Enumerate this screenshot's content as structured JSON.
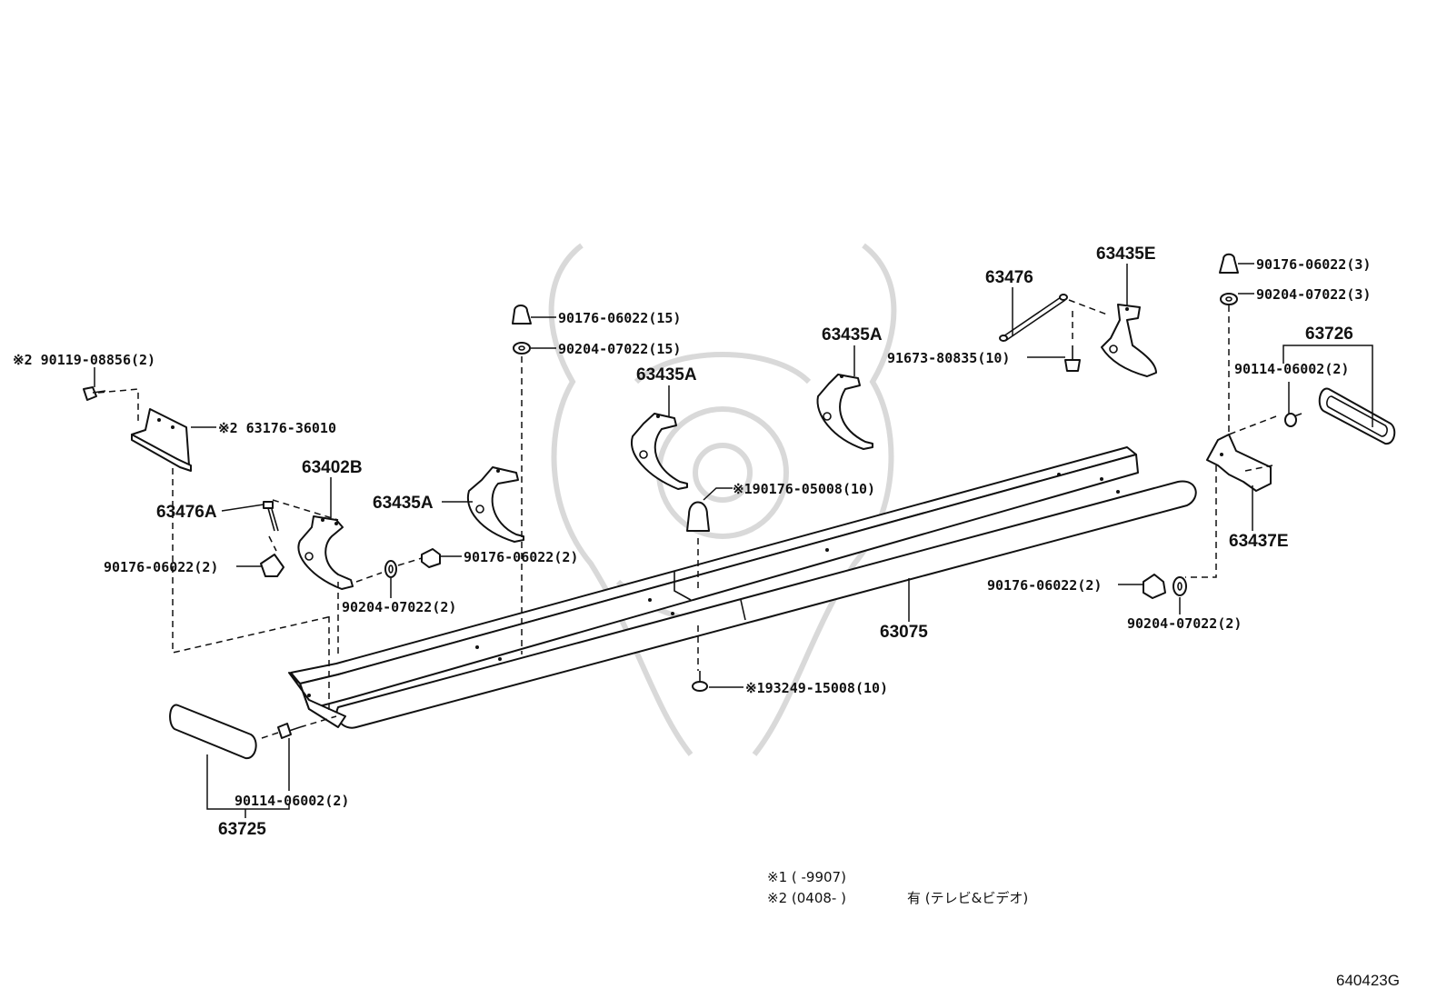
{
  "diagram": {
    "labels": {
      "l_90119": "※2 90119-08856(2)",
      "l_63176": "※2 63176-36010",
      "l_63476A": "63476A",
      "l_63402B": "63402B",
      "l_90176_left": "90176-06022(2)",
      "l_90204_left": "90204-07022(2)",
      "l_90176_mid": "90176-06022(2)",
      "l_63435A_1": "63435A",
      "l_90176_15": "90176-06022(15)",
      "l_90204_15": "90204-07022(15)",
      "l_63435A_2": "63435A",
      "l_63435A_3": "63435A",
      "l_190176": "※190176-05008(10)",
      "l_63476": "63476",
      "l_91673": "91673-80835(10)",
      "l_63435E": "63435E",
      "l_90176_3": "90176-06022(3)",
      "l_90204_3": "90204-07022(3)",
      "l_63726": "63726",
      "l_90114_right": "90114-06002(2)",
      "l_63437E": "63437E",
      "l_63075": "63075",
      "l_90176_right": "90176-06022(2)",
      "l_90204_right": "90204-07022(2)",
      "l_193249": "※193249-15008(10)",
      "l_90114_left": "90114-06002(2)",
      "l_63725": "63725"
    },
    "footnotes": {
      "note1": "※1 (    -9907)",
      "note2_a": "※2 (0408-    )",
      "note2_b": "有 (テレビ&ビデオ)"
    },
    "catalog_code": "640423G"
  }
}
